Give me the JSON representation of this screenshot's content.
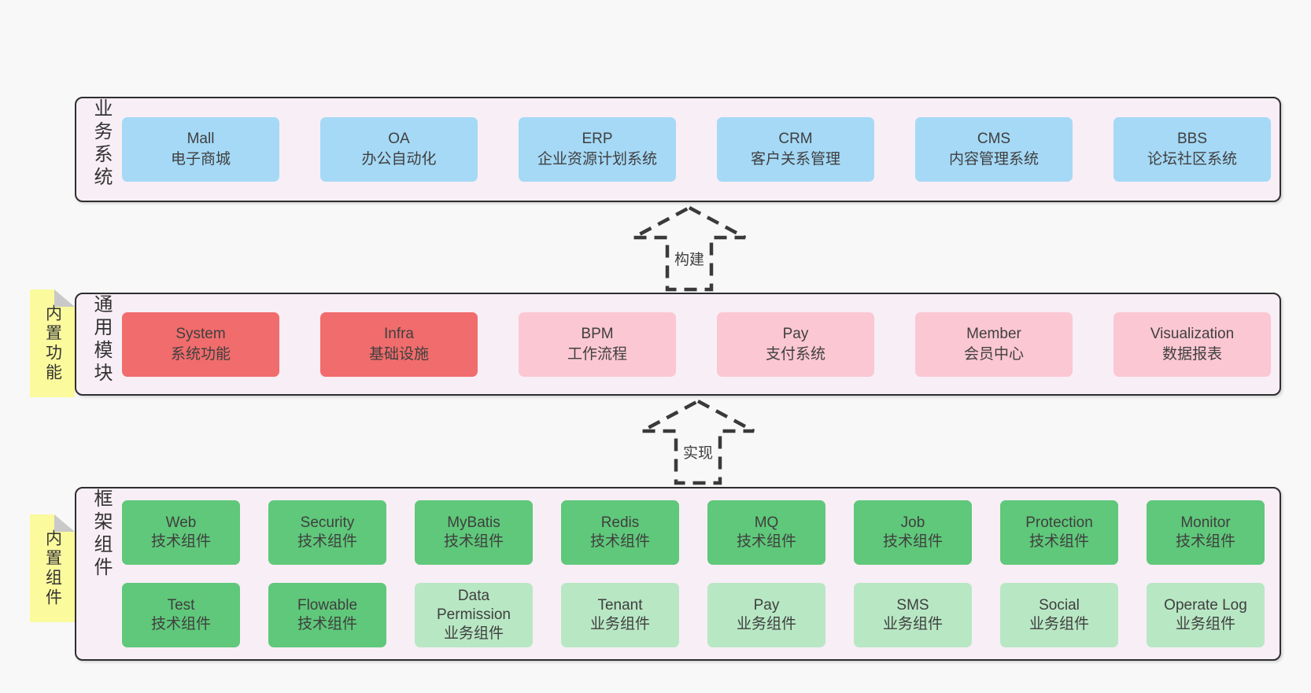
{
  "colors": {
    "band-bg": "#f8eef6",
    "border-dark": "#2e2e2e",
    "box-blue": "#a5d9f6",
    "box-red": "#f16c6c",
    "box-pink": "#fbc7d3",
    "box-green": "#5fc87a",
    "box-lightgreen": "#b8e7c4",
    "sticky-yellow": "#fbfa9d",
    "fold-gray": "#c9c9c9",
    "arrow": "#3a3a3a"
  },
  "arrows": [
    {
      "label": "构建"
    },
    {
      "label": "实现"
    }
  ],
  "bands": [
    {
      "label_vertical": "业务系统",
      "boxes": [
        {
          "name": "Mall",
          "desc": "电子商城",
          "variant": "blue"
        },
        {
          "name": "OA",
          "desc": "办公自动化",
          "variant": "blue"
        },
        {
          "name": "ERP",
          "desc": "企业资源计划系统",
          "variant": "blue"
        },
        {
          "name": "CRM",
          "desc": "客户关系管理",
          "variant": "blue"
        },
        {
          "name": "CMS",
          "desc": "内容管理系统",
          "variant": "blue"
        },
        {
          "name": "BBS",
          "desc": "论坛社区系统",
          "variant": "blue"
        }
      ]
    },
    {
      "label_vertical": "通用模块",
      "sticky_note": "内置功能",
      "boxes": [
        {
          "name": "System",
          "desc": "系统功能",
          "variant": "red"
        },
        {
          "name": "Infra",
          "desc": "基础设施",
          "variant": "red"
        },
        {
          "name": "BPM",
          "desc": "工作流程",
          "variant": "pink"
        },
        {
          "name": "Pay",
          "desc": "支付系统",
          "variant": "pink"
        },
        {
          "name": "Member",
          "desc": "会员中心",
          "variant": "pink"
        },
        {
          "name": "Visualization",
          "desc": "数据报表",
          "variant": "pink"
        }
      ]
    },
    {
      "label_vertical": "框架组件",
      "sticky_note": "内置组件",
      "rows": [
        [
          {
            "name": "Web",
            "desc": "技术组件",
            "variant": "green"
          },
          {
            "name": "Security",
            "desc": "技术组件",
            "variant": "green"
          },
          {
            "name": "MyBatis",
            "desc": "技术组件",
            "variant": "green"
          },
          {
            "name": "Redis",
            "desc": "技术组件",
            "variant": "green"
          },
          {
            "name": "MQ",
            "desc": "技术组件",
            "variant": "green"
          },
          {
            "name": "Job",
            "desc": "技术组件",
            "variant": "green"
          },
          {
            "name": "Protection",
            "desc": "技术组件",
            "variant": "green"
          },
          {
            "name": "Monitor",
            "desc": "技术组件",
            "variant": "green"
          }
        ],
        [
          {
            "name": "Test",
            "desc": "技术组件",
            "variant": "green"
          },
          {
            "name": "Flowable",
            "desc": "技术组件",
            "variant": "green"
          },
          {
            "name": "Data Permission",
            "desc": "业务组件",
            "variant": "lightgreen"
          },
          {
            "name": "Tenant",
            "desc": "业务组件",
            "variant": "lightgreen"
          },
          {
            "name": "Pay",
            "desc": "业务组件",
            "variant": "lightgreen"
          },
          {
            "name": "SMS",
            "desc": "业务组件",
            "variant": "lightgreen"
          },
          {
            "name": "Social",
            "desc": "业务组件",
            "variant": "lightgreen"
          },
          {
            "name": "Operate Log",
            "desc": "业务组件",
            "variant": "lightgreen"
          }
        ]
      ]
    }
  ]
}
